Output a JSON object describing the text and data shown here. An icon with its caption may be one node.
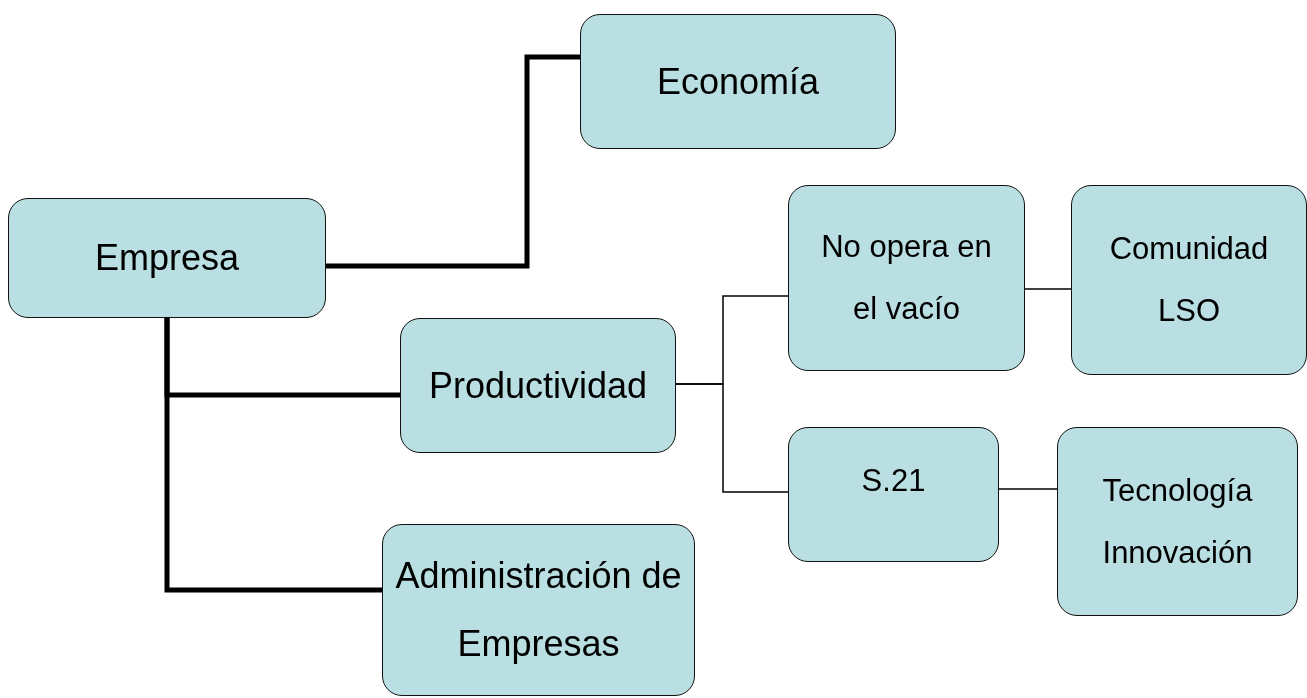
{
  "diagram": {
    "nodes": [
      {
        "text": [
          "Empresa"
        ]
      },
      {
        "text": [
          "Economía"
        ]
      },
      {
        "text": [
          "Productividad"
        ]
      },
      {
        "text": [
          "Administración de Empresas"
        ]
      },
      {
        "text": [
          "No opera en el vacío"
        ]
      },
      {
        "text": [
          "Comunidad LSO"
        ]
      },
      {
        "text": [
          "S.21"
        ]
      },
      {
        "text": [
          "Tecnología Innovación"
        ]
      }
    ],
    "edges": [
      {
        "from": 0,
        "to": 1,
        "arrow": "none",
        "style": "thick"
      },
      {
        "from": 0,
        "to": 2,
        "arrow": "none",
        "style": "thick"
      },
      {
        "from": 0,
        "to": 3,
        "arrow": "none",
        "style": "thick"
      },
      {
        "from": 2,
        "to": 4,
        "arrow": "none"
      },
      {
        "from": 2,
        "to": 6,
        "arrow": "none"
      },
      {
        "from": 4,
        "to": 5,
        "arrow": "none"
      },
      {
        "from": 6,
        "to": 7,
        "arrow": "none"
      }
    ]
  }
}
